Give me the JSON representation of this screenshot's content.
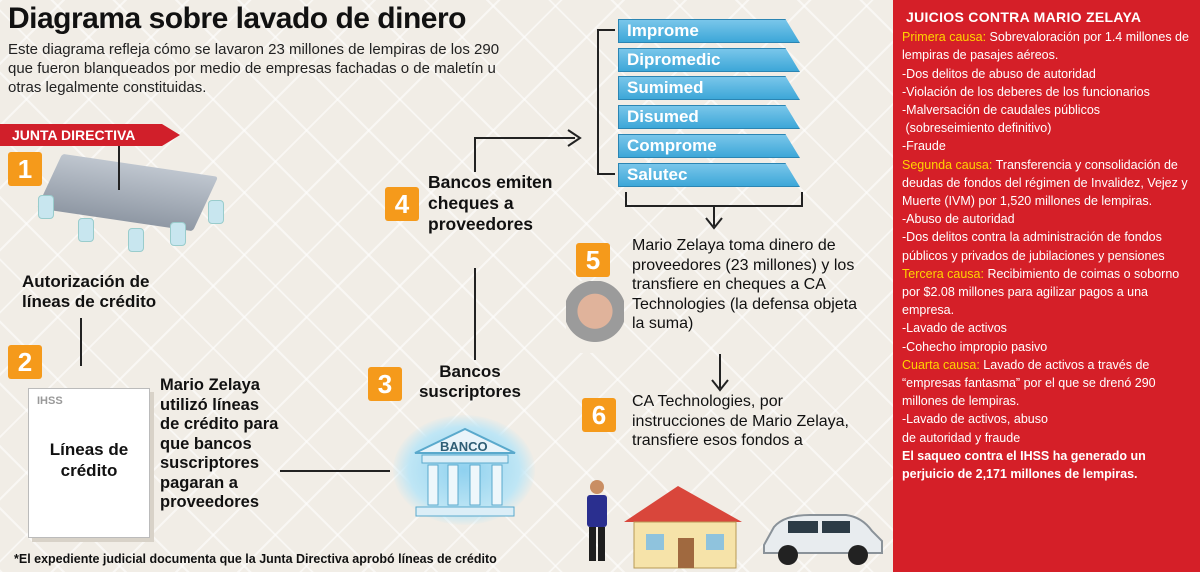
{
  "header": {
    "title": "Diagrama sobre lavado de dinero",
    "intro": "Este diagrama refleja cómo se lavaron 23 millones de lempiras de los 290 que fueron blanqueados por medio de empresas fachadas o de maletín u otras legalmente constituidas."
  },
  "banner": {
    "junta": "JUNTA DIRECTIVA"
  },
  "steps": {
    "s1": {
      "num": "1",
      "caption": "Autorización de líneas de crédito"
    },
    "s2": {
      "num": "2",
      "doc_label": "IHSS",
      "doc_title": "Líneas de crédito",
      "text": "Mario Zelaya utilizó líneas de crédito para que bancos suscriptores pagaran a proveedores"
    },
    "s3": {
      "num": "3",
      "title": "Bancos suscriptores",
      "bank_label": "BANCO"
    },
    "s4": {
      "num": "4",
      "text": "Bancos emiten cheques a proveedores"
    },
    "s5": {
      "num": "5",
      "text": "Mario Zelaya toma dinero de proveedores (23 millones) y los transfiere en cheques a CA Technologies (la defensa objeta la suma)"
    },
    "s6": {
      "num": "6",
      "text": "CA Technologies, por instrucciones de Mario Zelaya, transfiere esos fondos a"
    }
  },
  "providers": [
    "Improme",
    "Dipromedic",
    "Sumimed",
    "Disumed",
    "Comprome",
    "Salutec"
  ],
  "footnote": "*El expediente judicial documenta que la Junta Directiva aprobó líneas de crédito",
  "sidebar": {
    "heading": "JUICIOS CONTRA MARIO ZELAYA",
    "c1_label": "Primera causa:",
    "c1_text": " Sobrevaloración por 1.4 millones de lempiras de pasajes aéreos.",
    "c1_items": [
      "-Dos delitos de abuso de autoridad",
      "-Violación de los deberes de los funcionarios",
      "-Malversación de caudales públicos",
      " (sobreseimiento definitivo)",
      "-Fraude"
    ],
    "c2_label": "Segunda causa:",
    "c2_text": " Transferencia y consolidación de deudas de fondos del régimen de Invalidez, Vejez y Muerte (IVM) por 1,520 millones de lempiras.",
    "c2_items": [
      "-Abuso de autoridad",
      "-Dos delitos contra la administración de fondos públicos y privados de jubilaciones y pensiones"
    ],
    "c3_label": "Tercera causa:",
    "c3_text": " Recibimiento de coimas o soborno por $2.08 millones para agilizar pagos a una empresa.",
    "c3_items": [
      "-Lavado de activos",
      "-Cohecho impropio pasivo"
    ],
    "c4_label": "Cuarta causa:",
    "c4_text": " Lavado de activos a través de “empresas fantasma” por el que se drenó 290 millones de lempiras.",
    "c4_items": [
      "-Lavado de activos, abuso",
      "de autoridad y fraude"
    ],
    "final": "El saqueo contra el IHSS  ha generado un perjuicio de 2,171 millones de lempiras."
  },
  "colors": {
    "red": "#d51f28",
    "orange": "#f59a1b",
    "blue": "#3da7d8",
    "yellow": "#ffd400"
  }
}
